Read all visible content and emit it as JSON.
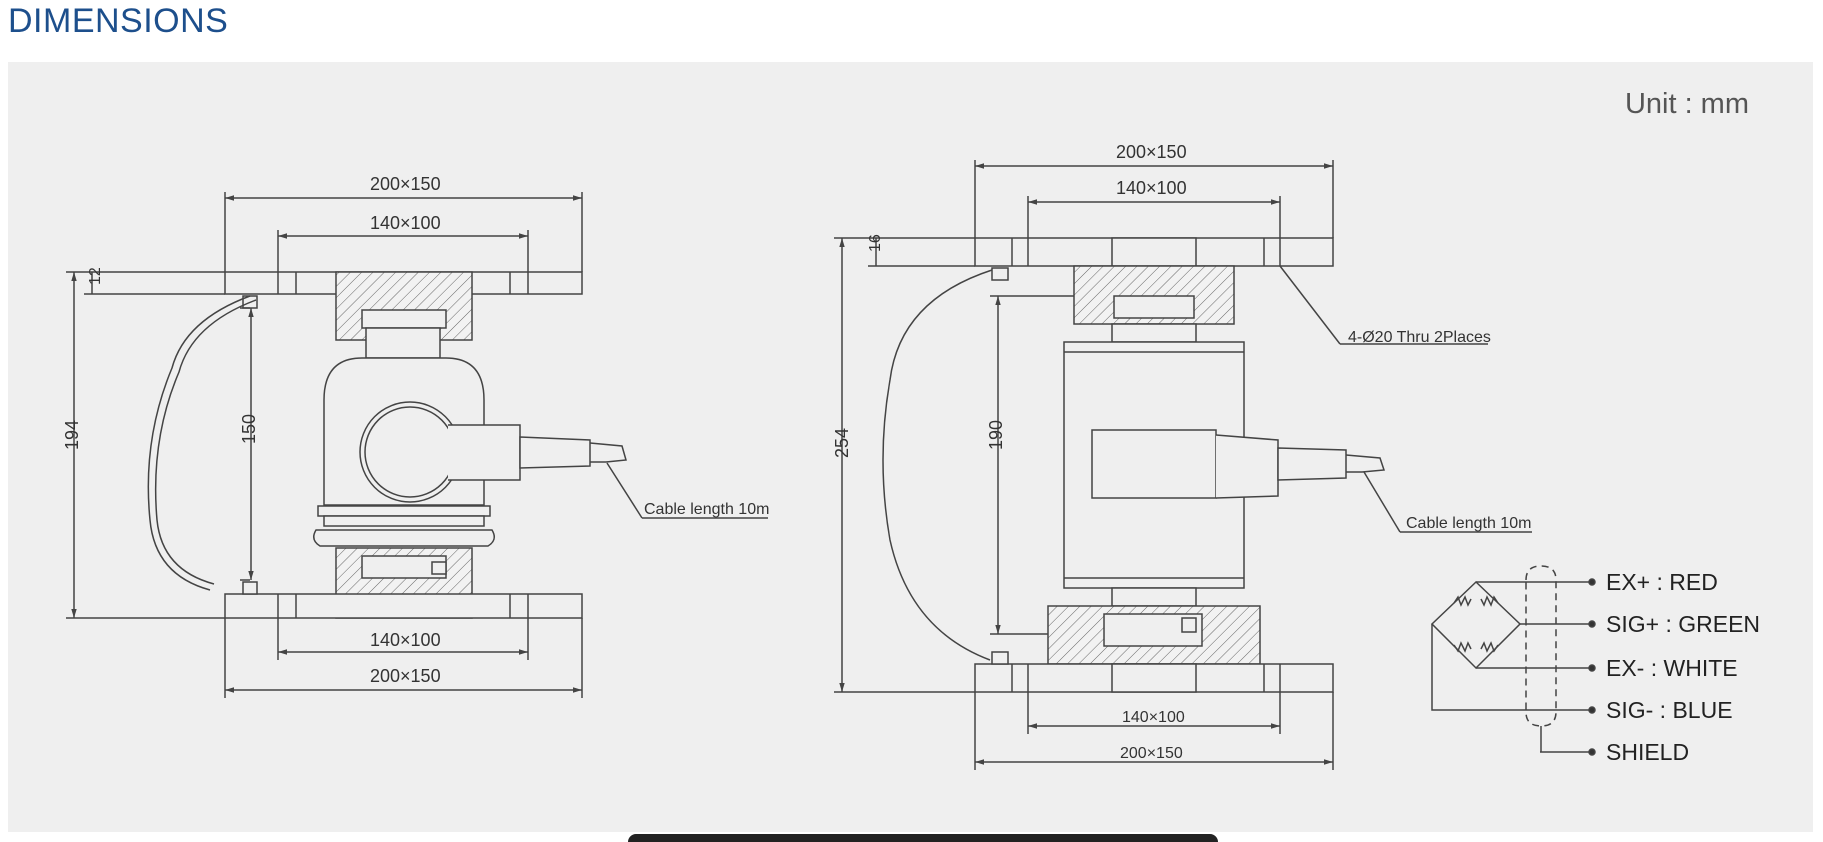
{
  "page": {
    "title": "DIMENSIONS"
  },
  "drawing": {
    "unit_label": "Unit : mm",
    "left_view": {
      "top_outer": "200×150",
      "top_inner": "140×100",
      "plate_thickness": "12",
      "overall_height": "194",
      "inner_height": "150",
      "bottom_inner": "140×100",
      "bottom_outer": "200×150",
      "cable_note": "Cable length 10m"
    },
    "right_view": {
      "top_outer": "200×150",
      "top_inner": "140×100",
      "plate_thickness": "16",
      "overall_height": "254",
      "inner_height": "190",
      "hole_note": "4-Ø20 Thru 2Places",
      "cable_note": "Cable length 10m",
      "bottom_inner": "140×100",
      "bottom_outer": "200×150"
    },
    "wiring": [
      {
        "label": "EX+ : RED"
      },
      {
        "label": "SIG+ : GREEN"
      },
      {
        "label": "EX- : WHITE"
      },
      {
        "label": "SIG- : BLUE"
      },
      {
        "label": "SHIELD"
      }
    ]
  }
}
